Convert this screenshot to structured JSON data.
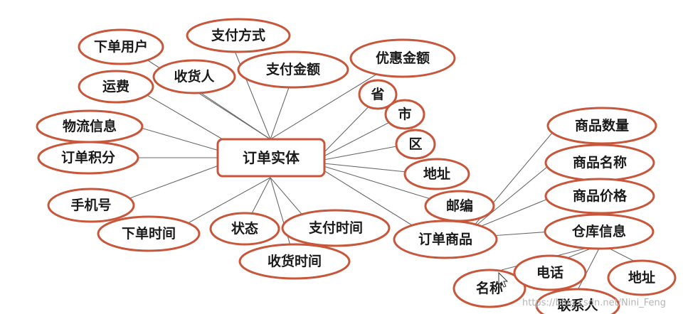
{
  "diagram": {
    "center": {
      "label": "订单实体"
    },
    "center_attributes": [
      "下单用户",
      "支付方式",
      "运费",
      "收货人",
      "支付金额",
      "优惠金额",
      "物流信息",
      "订单积分",
      "手机号",
      "省",
      "市",
      "区",
      "地址",
      "邮编",
      "下单时间",
      "状态",
      "支付时间",
      "收货时间"
    ],
    "order_items": {
      "label": "订单商品",
      "attributes": [
        "商品数量",
        "商品名称",
        "商品价格",
        "仓库信息"
      ]
    },
    "warehouse": {
      "attributes": [
        "名称",
        "电话",
        "地址",
        "联系人"
      ]
    },
    "colors": {
      "border": "#c8563a",
      "line": "#6a6a6a",
      "text": "#1a1a1a"
    }
  },
  "watermark": "https://blog.csdn.net/Nini_Feng"
}
